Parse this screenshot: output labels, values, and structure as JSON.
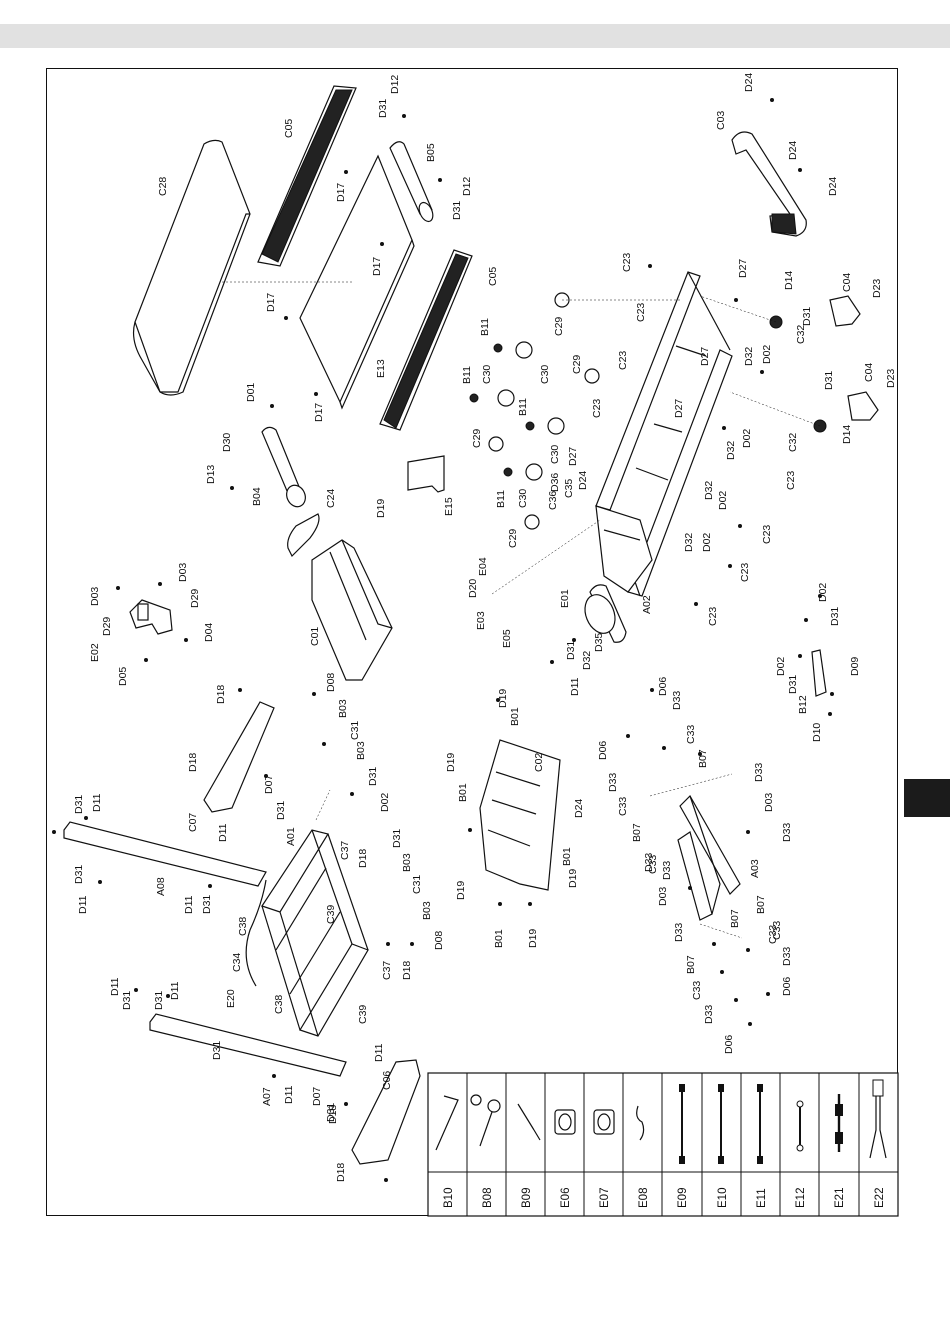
{
  "colors": {
    "band": "#e1e1e1",
    "tab": "#1b1b1b",
    "ink": "#111111"
  },
  "labels": {
    "tread": [
      "C28",
      "C05",
      "C05",
      "E13",
      "B05",
      "D12",
      "D31",
      "D12",
      "D31",
      "D17",
      "D17",
      "D17",
      "D17"
    ],
    "motor_parts": [
      "D01",
      "D30",
      "D13",
      "B04",
      "C24",
      "D19",
      "E15",
      "C01"
    ],
    "lift": [
      "D03",
      "D29",
      "D03",
      "D29",
      "E02",
      "D04",
      "D05"
    ],
    "front_frame": [
      "C23",
      "C23",
      "C23",
      "C23",
      "C23",
      "C23",
      "C23",
      "C23",
      "C29",
      "C29",
      "C29",
      "C29",
      "C30",
      "C30",
      "C30",
      "C30",
      "B11",
      "B11",
      "B11",
      "B11",
      "D27",
      "D27",
      "D27",
      "D27",
      "D32",
      "D32",
      "D32",
      "D32",
      "D02",
      "D02",
      "D02",
      "D02",
      "C32",
      "C32",
      "D14",
      "D14",
      "D31",
      "D31",
      "D23",
      "D23",
      "C04",
      "C04",
      "A02",
      "E01",
      "D35",
      "D36",
      "C35",
      "C36",
      "D24",
      "D20",
      "E04",
      "E03",
      "E05",
      "D11",
      "D32",
      "D31"
    ],
    "handlebar": [
      "C03",
      "D24",
      "D24",
      "D24"
    ],
    "lower_left": [
      "D18",
      "D18",
      "C07",
      "D07",
      "D31",
      "D11",
      "A01",
      "D08",
      "B03",
      "C31",
      "B03",
      "D31",
      "D02",
      "D31",
      "C37",
      "D18",
      "B03",
      "C31",
      "B03",
      "D08",
      "C37",
      "D18",
      "C39",
      "C39",
      "C38",
      "C38",
      "C34",
      "E20",
      "D11",
      "D31",
      "D11",
      "D31",
      "A08",
      "D11",
      "D31",
      "D11",
      "D31",
      "D11",
      "D31",
      "A07",
      "D11",
      "D31",
      "D31",
      "D07",
      "D11",
      "C06",
      "D18",
      "D18"
    ],
    "console": [
      "D19",
      "B01",
      "D19",
      "B01",
      "C02",
      "D24",
      "B01",
      "D19",
      "D19",
      "B01",
      "D19"
    ],
    "roller_frame": [
      "D06",
      "D33",
      "C33",
      "B07",
      "D06",
      "D33",
      "C33",
      "B07",
      "D33",
      "D03",
      "D33",
      "C33",
      "B07",
      "D03",
      "D33",
      "C33",
      "B07",
      "D33",
      "D06",
      "D33",
      "C33",
      "D33",
      "A03",
      "B07",
      "C33",
      "D06",
      "D33"
    ],
    "pivot": [
      "D02",
      "D31",
      "D02",
      "D31",
      "B12",
      "D09",
      "D10"
    ]
  },
  "table": {
    "codes": [
      "B10",
      "B08",
      "B09",
      "E06",
      "E07",
      "E08",
      "E09",
      "E10",
      "E11",
      "E12",
      "E21",
      "E22"
    ]
  }
}
